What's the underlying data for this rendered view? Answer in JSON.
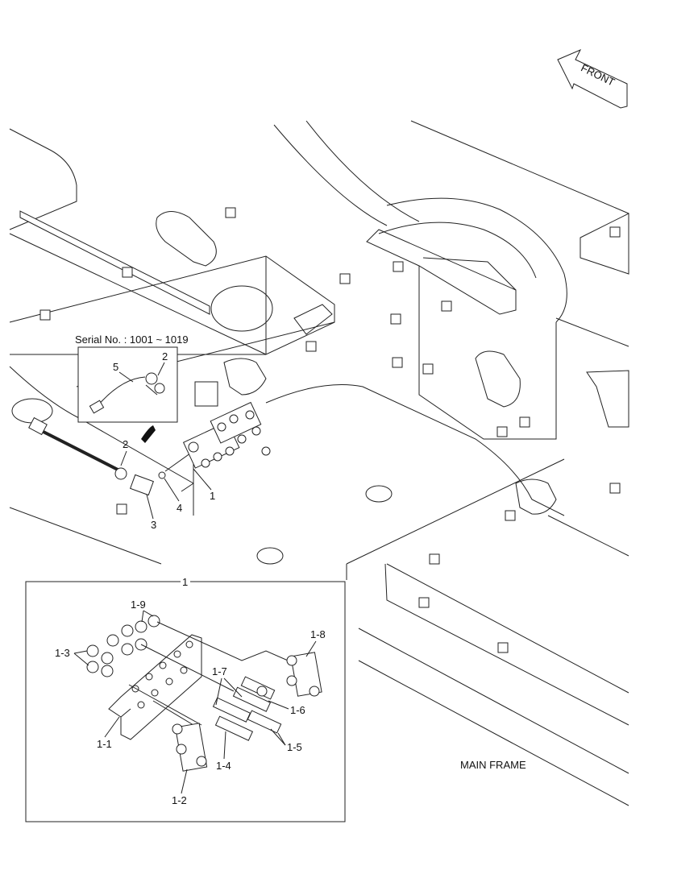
{
  "front_arrow": {
    "label": "FRONT"
  },
  "frame_label": "MAIN FRAME",
  "serial_note": "Serial No. : 1001 ~ 1019",
  "callouts": {
    "c1": "1",
    "c2": "2",
    "c3": "3",
    "c4": "4",
    "c5": "5",
    "inset_title": "1",
    "c1_1": "1-1",
    "c1_2": "1-2",
    "c1_3": "1-3",
    "c1_4": "1-4",
    "c1_5": "1-5",
    "c1_6": "1-6",
    "c1_7": "1-7",
    "c1_8": "1-8",
    "c1_9": "1-9"
  }
}
